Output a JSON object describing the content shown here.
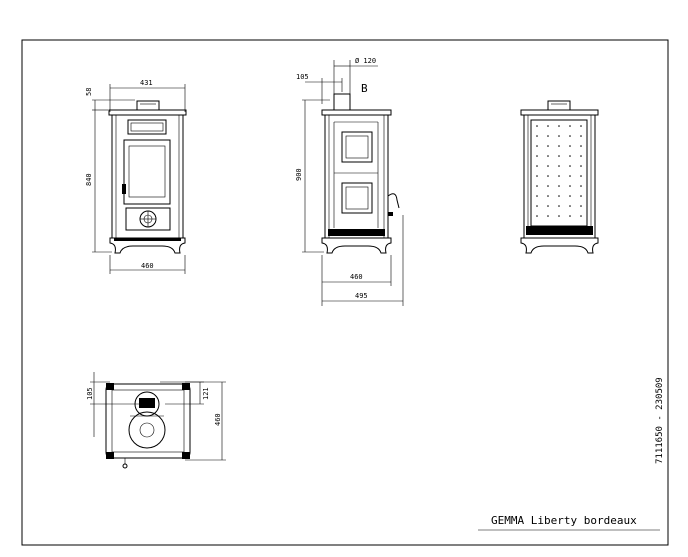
{
  "title_block": {
    "model": "GEMMA Liberty bordeaux",
    "code": "7111650 - 230509"
  },
  "front_view": {
    "width_top": "431",
    "top_height": "58",
    "height": "840",
    "base_width": "460"
  },
  "side_view": {
    "flue_diameter": "Ø 120",
    "flue_offset": "105",
    "height": "900",
    "depth_inner": "460",
    "depth_total": "495",
    "flue_marker": "B"
  },
  "plan_view": {
    "offset_left": "105",
    "offset_right": "121",
    "depth": "460"
  }
}
